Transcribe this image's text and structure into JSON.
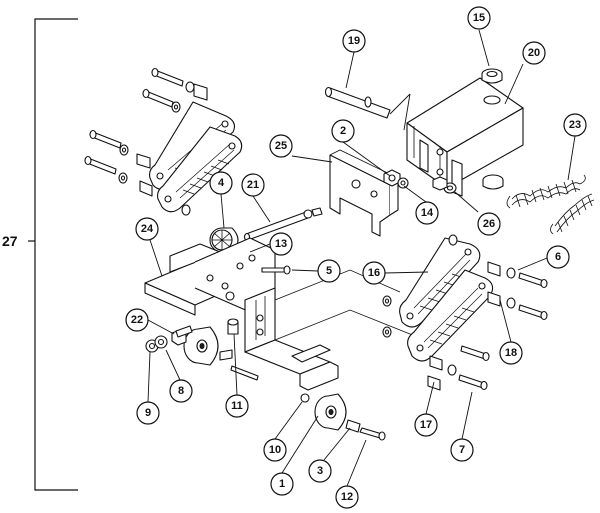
{
  "assembly_label": "27",
  "callouts": [
    {
      "id": "c1",
      "label": "1"
    },
    {
      "id": "c2",
      "label": "2"
    },
    {
      "id": "c3",
      "label": "3"
    },
    {
      "id": "c4",
      "label": "4"
    },
    {
      "id": "c5",
      "label": "5"
    },
    {
      "id": "c6",
      "label": "6"
    },
    {
      "id": "c7",
      "label": "7"
    },
    {
      "id": "c8",
      "label": "8"
    },
    {
      "id": "c9",
      "label": "9"
    },
    {
      "id": "c10",
      "label": "10"
    },
    {
      "id": "c11",
      "label": "11"
    },
    {
      "id": "c12",
      "label": "12"
    },
    {
      "id": "c13",
      "label": "13"
    },
    {
      "id": "c14",
      "label": "14"
    },
    {
      "id": "c15",
      "label": "15"
    },
    {
      "id": "c16",
      "label": "16"
    },
    {
      "id": "c17",
      "label": "17"
    },
    {
      "id": "c18",
      "label": "18"
    },
    {
      "id": "c19",
      "label": "19"
    },
    {
      "id": "c20",
      "label": "20"
    },
    {
      "id": "c21",
      "label": "21"
    },
    {
      "id": "c22",
      "label": "22"
    },
    {
      "id": "c23",
      "label": "23"
    },
    {
      "id": "c24",
      "label": "24"
    },
    {
      "id": "c25",
      "label": "25"
    },
    {
      "id": "c26",
      "label": "26"
    }
  ]
}
